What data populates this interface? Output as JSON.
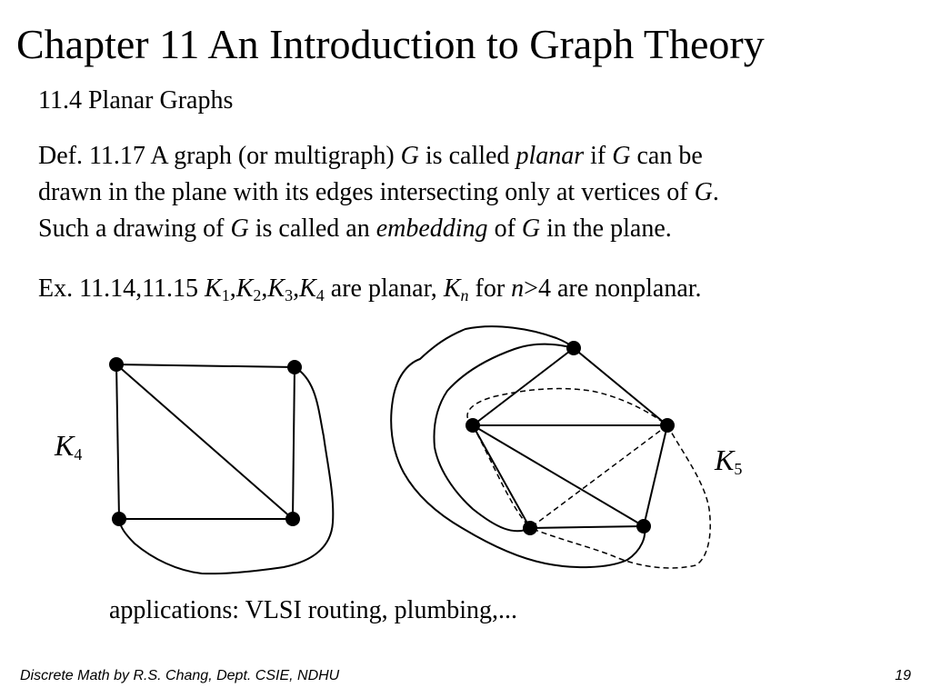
{
  "title": "Chapter 11 An Introduction to Graph Theory",
  "section": "11.4 Planar Graphs",
  "definition": {
    "label": "Def. 11.17",
    "t1": " A graph (or multigraph) ",
    "g1": "G",
    "t2": " is called ",
    "planar": "planar",
    "t3": " if ",
    "g2": "G",
    "t4": " can be",
    "t5": "drawn in the plane with its edges intersecting only at vertices of ",
    "g3": "G",
    "t6": ".",
    "t7": "Such a drawing of ",
    "g4": "G",
    "t8": " is called an ",
    "embedding": "embedding",
    "t9": " of ",
    "g5": "G",
    "t10": " in the plane."
  },
  "example": {
    "label": "Ex. 11.14,11.15 ",
    "k": "K",
    "sub1": "1",
    "sub2": "2",
    "sub3": "3",
    "sub4": "4",
    "comma": ",",
    "t1": " are planar, ",
    "kn": "K",
    "n_sub": "n",
    "t2": " for ",
    "n": "n",
    "t3": ">4 are nonplanar."
  },
  "graphs": {
    "k4_label": "K",
    "k4_sub": "4",
    "k5_label": "K",
    "k5_sub": "5"
  },
  "applications": "applications: VLSI routing, plumbing,...",
  "footer": {
    "credit": "Discrete Math by R.S. Chang, Dept. CSIE, NDHU",
    "page": "19"
  }
}
